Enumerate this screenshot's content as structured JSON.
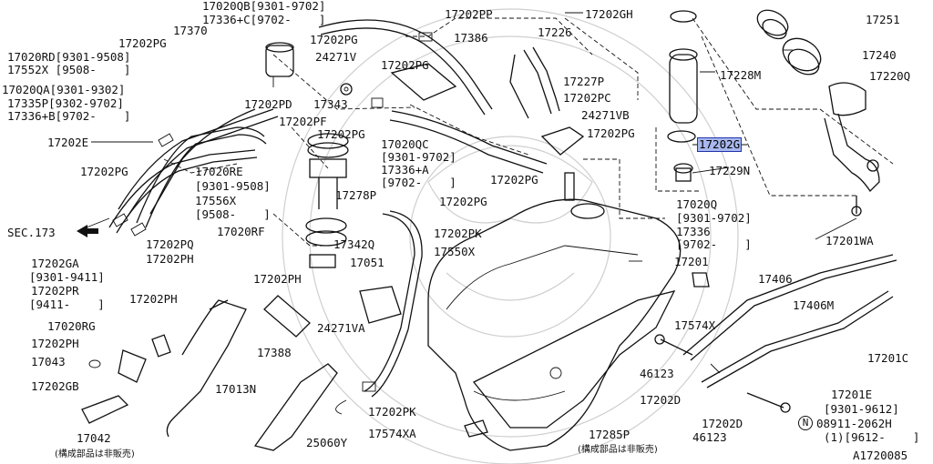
{
  "diagram_id": "A1720085",
  "labels": [
    {
      "id": "l17020QB",
      "text": "17020QB[9301-9702]"
    },
    {
      "id": "l17336C",
      "text": "17336+C[9702-    ]"
    },
    {
      "id": "l17370",
      "text": "17370"
    },
    {
      "id": "l17202PG_a",
      "text": "17202PG"
    },
    {
      "id": "l17020RD",
      "text": "17020RD[9301-9508]"
    },
    {
      "id": "l17552X",
      "text": "17552X [9508-    ]"
    },
    {
      "id": "l17020QA",
      "text": "17020QA[9301-9302]"
    },
    {
      "id": "l17335P",
      "text": "17335P[9302-9702]"
    },
    {
      "id": "l17336B",
      "text": "17336+B[9702-    ]"
    },
    {
      "id": "l17202E",
      "text": "17202E"
    },
    {
      "id": "l17202PG_b",
      "text": "17202PG"
    },
    {
      "id": "lSEC173",
      "text": "SEC.173"
    },
    {
      "id": "l17202GA",
      "text": "17202GA"
    },
    {
      "id": "l9301_9411",
      "text": "[9301-9411]"
    },
    {
      "id": "l17202PR",
      "text": "17202PR"
    },
    {
      "id": "l9411",
      "text": "[9411-    ]"
    },
    {
      "id": "l17202PH_a",
      "text": "17202PH"
    },
    {
      "id": "l17020RG",
      "text": "17020RG"
    },
    {
      "id": "l17202PH_b",
      "text": "17202PH"
    },
    {
      "id": "l17043",
      "text": "17043"
    },
    {
      "id": "l17202GB",
      "text": "17202GB"
    },
    {
      "id": "l17042",
      "text": "17042"
    },
    {
      "id": "lnote1",
      "text": "(構成部品は非販売)"
    },
    {
      "id": "l17202PG_c",
      "text": "17202PG"
    },
    {
      "id": "l24271V",
      "text": "24271V"
    },
    {
      "id": "l17202PD",
      "text": "17202PD"
    },
    {
      "id": "l17202PF",
      "text": "17202PF"
    },
    {
      "id": "l17020RE",
      "text": "17020RE"
    },
    {
      "id": "l9301_9508",
      "text": "[9301-9508]"
    },
    {
      "id": "l17556X",
      "text": "17556X"
    },
    {
      "id": "l9508",
      "text": "[9508-    ]"
    },
    {
      "id": "l17202PQ",
      "text": "17202PQ"
    },
    {
      "id": "l17202PH_c",
      "text": "17202PH"
    },
    {
      "id": "l17020RF",
      "text": "17020RF"
    },
    {
      "id": "l17202PH_d",
      "text": "17202PH"
    },
    {
      "id": "l17013N",
      "text": "17013N"
    },
    {
      "id": "l17388",
      "text": "17388"
    },
    {
      "id": "l25060Y",
      "text": "25060Y"
    },
    {
      "id": "l17202PG_d",
      "text": "17202PG"
    },
    {
      "id": "l17343",
      "text": "17343"
    },
    {
      "id": "l17202PG_e",
      "text": "17202PG"
    },
    {
      "id": "l17020QC",
      "text": "17020QC"
    },
    {
      "id": "l9301_9702",
      "text": "[9301-9702]"
    },
    {
      "id": "l17336A",
      "text": "17336+A"
    },
    {
      "id": "l9702",
      "text": "[9702-    ]"
    },
    {
      "id": "l17278P",
      "text": "17278P"
    },
    {
      "id": "l17342Q",
      "text": "17342Q"
    },
    {
      "id": "l17051",
      "text": "17051"
    },
    {
      "id": "l24271VA",
      "text": "24271VA"
    },
    {
      "id": "l17202PK_a",
      "text": "17202PK"
    },
    {
      "id": "l17550X",
      "text": "17550X"
    },
    {
      "id": "l17202PK_b",
      "text": "17202PK"
    },
    {
      "id": "l17574XA",
      "text": "17574XA"
    },
    {
      "id": "l17202PP",
      "text": "17202PP"
    },
    {
      "id": "l17386",
      "text": "17386"
    },
    {
      "id": "l17226",
      "text": "17226"
    },
    {
      "id": "l17227P",
      "text": "17227P"
    },
    {
      "id": "l17202PC",
      "text": "17202PC"
    },
    {
      "id": "l24271VB",
      "text": "24271VB"
    },
    {
      "id": "l17202PG_f",
      "text": "17202PG"
    },
    {
      "id": "l17202PG_g",
      "text": "17202PG"
    },
    {
      "id": "l17202PG_h",
      "text": "17202PG"
    },
    {
      "id": "l17202GH",
      "text": "17202GH"
    },
    {
      "id": "l17228M",
      "text": "17228M"
    },
    {
      "id": "l17202G",
      "text": "17202G",
      "highlight": true
    },
    {
      "id": "l17229N",
      "text": "17229N"
    },
    {
      "id": "l17020Q",
      "text": "17020Q"
    },
    {
      "id": "l9301_9702b",
      "text": "[9301-9702]"
    },
    {
      "id": "l17336",
      "text": "17336"
    },
    {
      "id": "l9702b",
      "text": "[9702-    ]"
    },
    {
      "id": "l17251",
      "text": "17251"
    },
    {
      "id": "l17240",
      "text": "17240"
    },
    {
      "id": "l17220Q",
      "text": "17220Q"
    },
    {
      "id": "l17201WA",
      "text": "17201WA"
    },
    {
      "id": "l17201",
      "text": "17201"
    },
    {
      "id": "l17406",
      "text": "17406"
    },
    {
      "id": "l17406M",
      "text": "17406M"
    },
    {
      "id": "l17574X",
      "text": "17574X"
    },
    {
      "id": "l46123_a",
      "text": "46123"
    },
    {
      "id": "l17202D_a",
      "text": "17202D"
    },
    {
      "id": "l17201C",
      "text": "17201C"
    },
    {
      "id": "l17202D_b",
      "text": "17202D"
    },
    {
      "id": "l46123_b",
      "text": "46123"
    },
    {
      "id": "l17201E",
      "text": "17201E"
    },
    {
      "id": "l9301_9612",
      "text": "[9301-9612]"
    },
    {
      "id": "l08911",
      "text": "08911-2062H"
    },
    {
      "id": "l1_9612",
      "text": "(1)[9612-    ]"
    },
    {
      "id": "lN",
      "text": "N"
    },
    {
      "id": "l17285P",
      "text": "17285P"
    },
    {
      "id": "lnote2",
      "text": "(構成部品は非販売)"
    },
    {
      "id": "lA1720085",
      "text": "A1720085"
    }
  ]
}
